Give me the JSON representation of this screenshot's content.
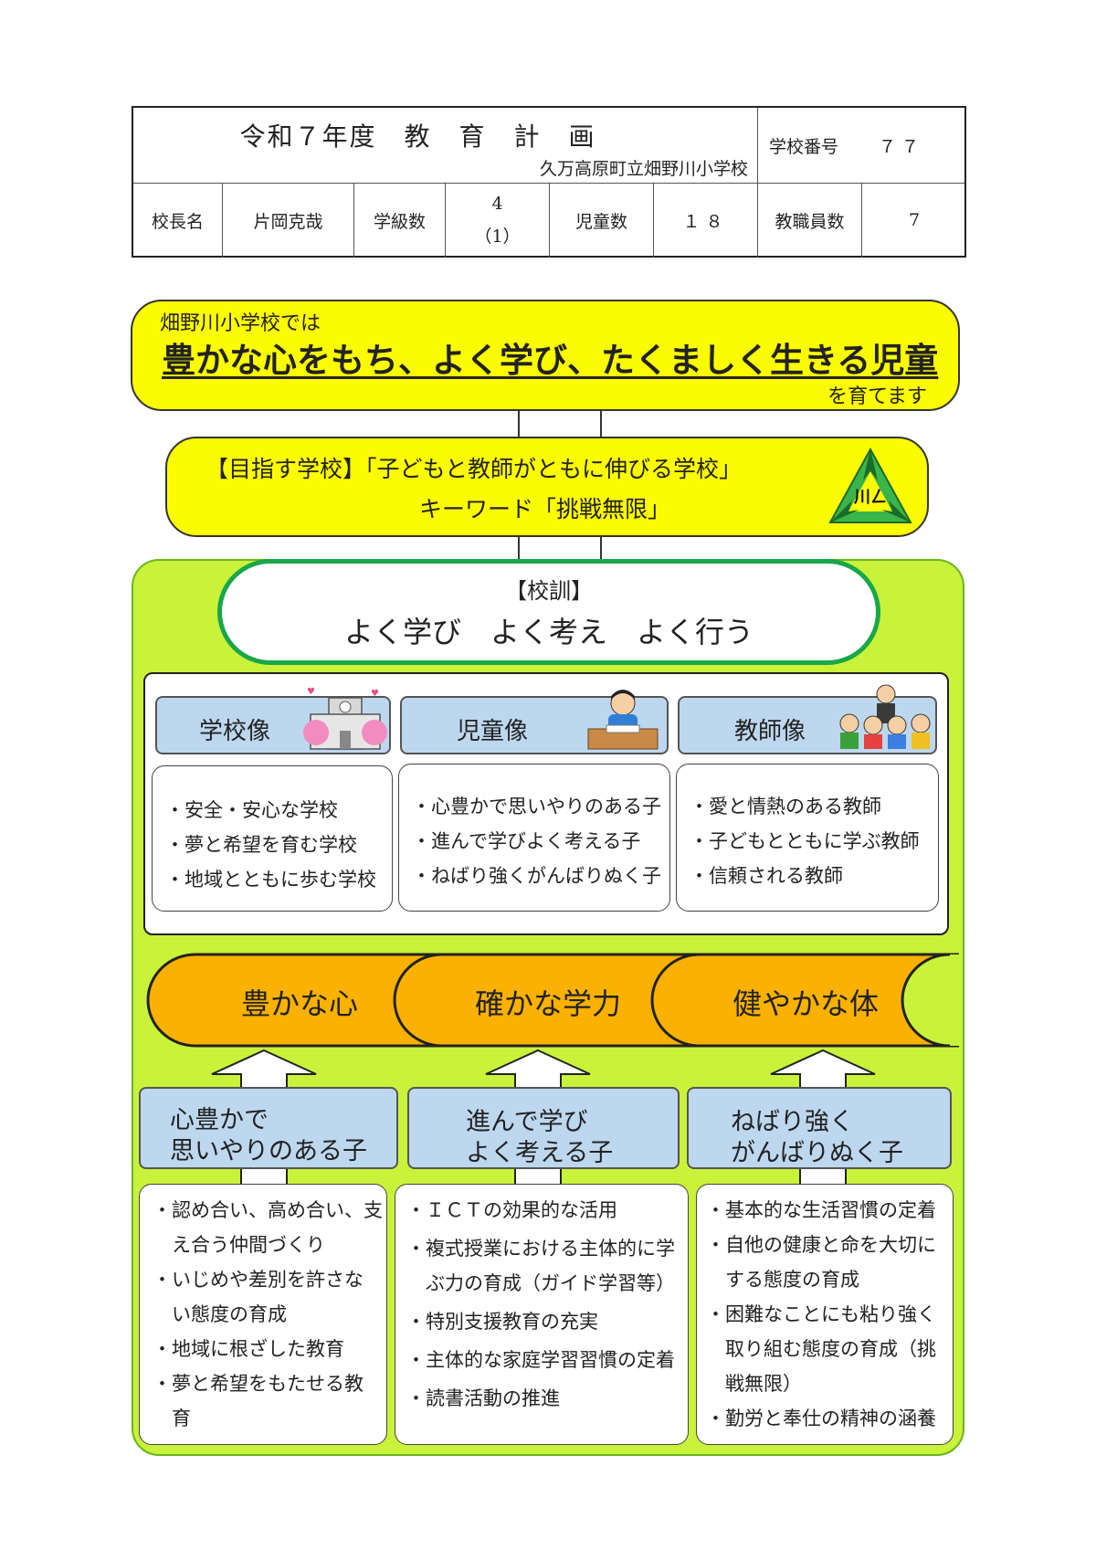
{
  "header": {
    "title": "令和７年度　教　育　計　画",
    "school": "久万高原町立畑野川小学校",
    "school_no_label": "学校番号",
    "school_no": "７７",
    "principal_label": "校長名",
    "principal": "片岡克哉",
    "classes_label": "学級数",
    "classes_top": "4",
    "classes_bottom": "（1）",
    "students_label": "児童数",
    "students": "１８",
    "staff_label": "教職員数",
    "staff": "7"
  },
  "goal": {
    "intro": "畑野川小学校では",
    "main": "豊かな心をもち、よく学び、たくましく生きる児童",
    "outro": "を育てます"
  },
  "vision": {
    "line1": "【目指す学校】「子どもと教師がともに伸びる学校」",
    "line2": "キーワード「挑戦無限」",
    "emblem_text": "川ㄥ",
    "emblem_icon": "school-emblem-icon"
  },
  "motto": {
    "label": "【校訓】",
    "text": "よく学び　よく考え　よく行う"
  },
  "images": [
    {
      "title": "学校像",
      "icon": "school-building-icon",
      "items": [
        "・安全・安心な学校",
        "・夢と希望を育む学校",
        "・地域とともに歩む学校"
      ]
    },
    {
      "title": "児童像",
      "icon": "student-studying-icon",
      "items": [
        "・心豊かで思いやりのある子",
        "・進んで学びよく考える子",
        "・ねばり強くがんばりぬく子"
      ]
    },
    {
      "title": "教師像",
      "icon": "teacher-students-icon",
      "items": [
        "・愛と情熱のある教師",
        "・子どもとともに学ぶ教師",
        "・信頼される教師"
      ]
    }
  ],
  "pillars": [
    "豊かな心",
    "確かな学力",
    "健やかな体"
  ],
  "goals": [
    {
      "line1": "心豊かで",
      "line2": "思いやりのある子",
      "items": [
        "・認め合い、高め合い、支",
        "　え合う仲間づくり",
        "・いじめや差別を許さな",
        "　い態度の育成",
        "・地域に根ざした教育",
        "・夢と希望をもたせる教",
        "　育"
      ]
    },
    {
      "line1": "進んで学び",
      "line2": "よく考える子",
      "items": [
        "・ＩＣＴの効果的な活用",
        "・複式授業における主体的に学",
        "　ぶ力の育成（ガイド学習等）",
        "・特別支援教育の充実",
        "・主体的な家庭学習習慣の定着",
        "・読書活動の推進"
      ]
    },
    {
      "line1": "ねばり強く",
      "line2": "がんばりぬく子",
      "items": [
        "・基本的な生活習慣の定着",
        "・自他の健康と命を大切に",
        "　する態度の育成",
        "・困難なことにも粘り強く",
        "　取り組む態度の育成（挑",
        "　戦無限）",
        "・勤労と奉仕の精神の涵養"
      ]
    }
  ],
  "colors": {
    "yellow": "#fcfc00",
    "green_bg": "#c9f23a",
    "motto_border": "#1aa64a",
    "pillar": "#fbb100",
    "blue_box": "#bdd7ee"
  }
}
